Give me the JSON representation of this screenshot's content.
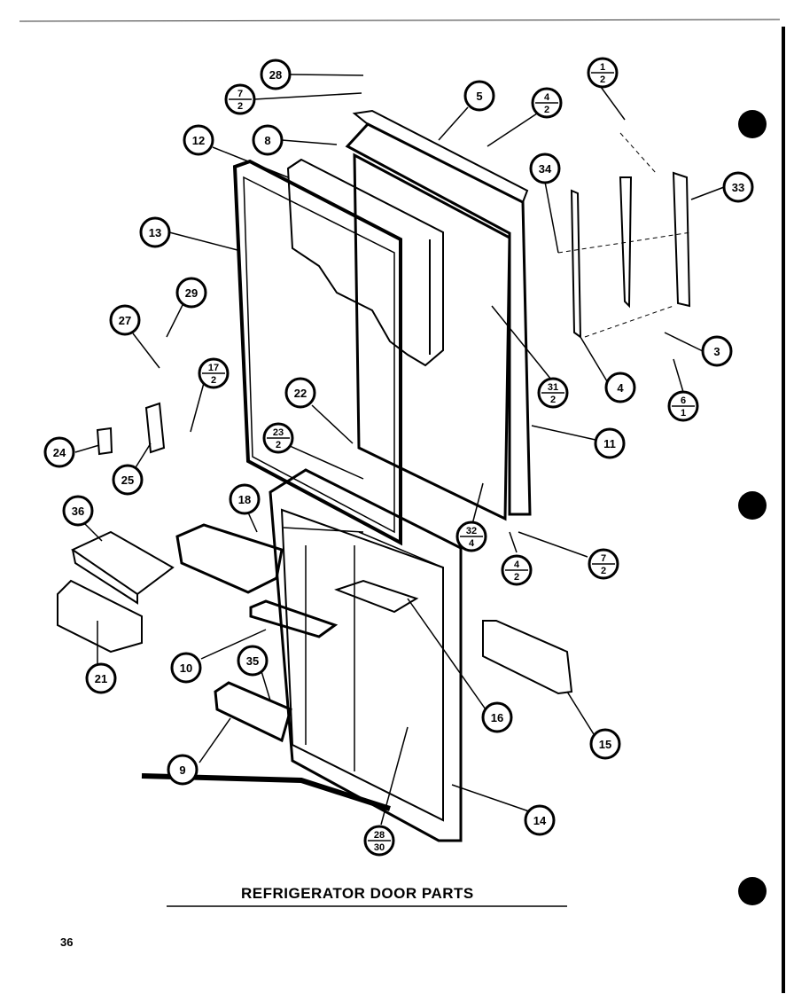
{
  "title": "REFRIGERATOR DOOR PARTS",
  "page_number": "36",
  "callouts": [
    {
      "id": "c-28-top",
      "label": "28"
    },
    {
      "id": "c-7-2-top",
      "num": "7",
      "den": "2"
    },
    {
      "id": "c-5",
      "label": "5"
    },
    {
      "id": "c-4-2-top",
      "num": "4",
      "den": "2"
    },
    {
      "id": "c-1-2",
      "num": "1",
      "den": "2"
    },
    {
      "id": "c-12",
      "label": "12"
    },
    {
      "id": "c-8",
      "label": "8"
    },
    {
      "id": "c-34",
      "label": "34"
    },
    {
      "id": "c-33",
      "label": "33"
    },
    {
      "id": "c-13",
      "label": "13"
    },
    {
      "id": "c-29",
      "label": "29"
    },
    {
      "id": "c-27",
      "label": "27"
    },
    {
      "id": "c-3",
      "label": "3"
    },
    {
      "id": "c-4",
      "label": "4"
    },
    {
      "id": "c-31-2",
      "num": "31",
      "den": "2"
    },
    {
      "id": "c-17-2",
      "num": "17",
      "den": "2"
    },
    {
      "id": "c-22",
      "label": "22"
    },
    {
      "id": "c-6-1",
      "num": "6",
      "den": "1"
    },
    {
      "id": "c-23-2",
      "num": "23",
      "den": "2"
    },
    {
      "id": "c-11",
      "label": "11"
    },
    {
      "id": "c-24",
      "label": "24"
    },
    {
      "id": "c-25",
      "label": "25"
    },
    {
      "id": "c-18",
      "label": "18"
    },
    {
      "id": "c-36",
      "label": "36"
    },
    {
      "id": "c-32-4",
      "num": "32",
      "den": "4"
    },
    {
      "id": "c-4-2-bot",
      "num": "4",
      "den": "2"
    },
    {
      "id": "c-7-2-bot",
      "num": "7",
      "den": "2"
    },
    {
      "id": "c-21",
      "label": "21"
    },
    {
      "id": "c-10",
      "label": "10"
    },
    {
      "id": "c-35",
      "label": "35"
    },
    {
      "id": "c-16",
      "label": "16"
    },
    {
      "id": "c-15",
      "label": "15"
    },
    {
      "id": "c-9",
      "label": "9"
    },
    {
      "id": "c-14",
      "label": "14"
    },
    {
      "id": "c-28-30",
      "num": "28",
      "den": "30"
    }
  ]
}
